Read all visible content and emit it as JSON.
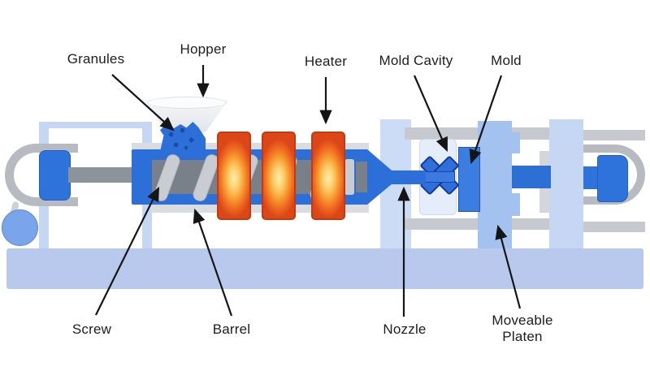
{
  "diagram": {
    "subject": "Injection molding machine labeled diagram",
    "labels": {
      "granules": "Granules",
      "hopper": "Hopper",
      "heater": "Heater",
      "mold_cavity": "Mold Cavity",
      "mold": "Mold",
      "screw": "Screw",
      "barrel": "Barrel",
      "nozzle": "Nozzle",
      "moveable_platen": "Moveable Platen"
    },
    "colors": {
      "base_blue": "#b9c9ee",
      "structure_light_blue": "#c6d7f4",
      "platen_blue": "#a3c2f0",
      "cavity_block_blue": "#e6edfa",
      "machine_blue": "#2d6fd8",
      "piston_blue": "#2e72dc",
      "part_outline_navy": "#15389c",
      "metal_gray": "#8d939b",
      "screw_light_gray": "#c9cdd3",
      "heater_red": "#dd4718",
      "heater_orange": "#f79a30",
      "heater_glow_yellow": "#ffeeb0",
      "hopper_white": "#f6f7f9",
      "label_text": "#1d1d1d"
    }
  }
}
